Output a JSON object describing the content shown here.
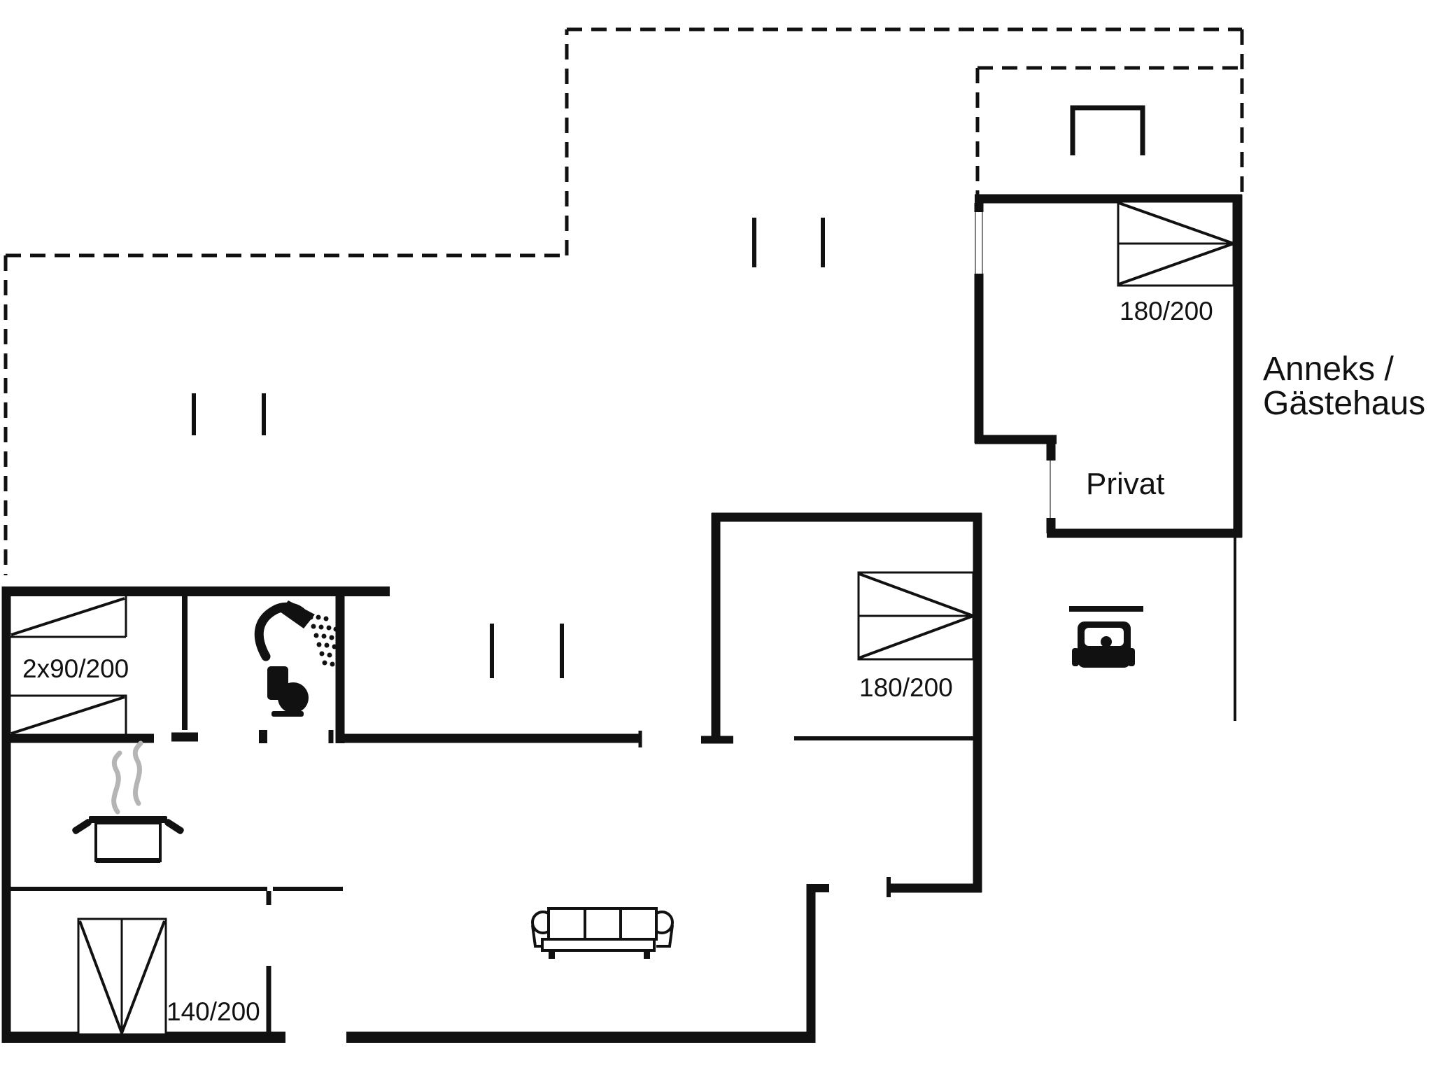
{
  "title": "Holiday home floor plan",
  "colors": {
    "ink": "#111111",
    "steam": "#b5b5b5",
    "thin_line": "#808080",
    "background": "#ffffff"
  },
  "plan": {
    "annex": {
      "name_line1": "Anneks /",
      "name_line2": "Gästehaus",
      "room_label": "Privat",
      "bed_size": "180/200"
    },
    "main_house": {
      "middle_bedroom_bed_size": "180/200",
      "left_bedroom_bed_size": "2x90/200",
      "bottom_bedroom_bed_size": "140/200"
    }
  },
  "icons": [
    {
      "name": "shower-icon"
    },
    {
      "name": "toilet-icon"
    },
    {
      "name": "cooking-pot-icon"
    },
    {
      "name": "steam-icon"
    },
    {
      "name": "sofa-icon"
    },
    {
      "name": "car-carport-icon"
    },
    {
      "name": "porch-steps-icon"
    },
    {
      "name": "terrace-posts"
    },
    {
      "name": "double-bed-icon"
    },
    {
      "name": "single-beds-icon"
    }
  ]
}
